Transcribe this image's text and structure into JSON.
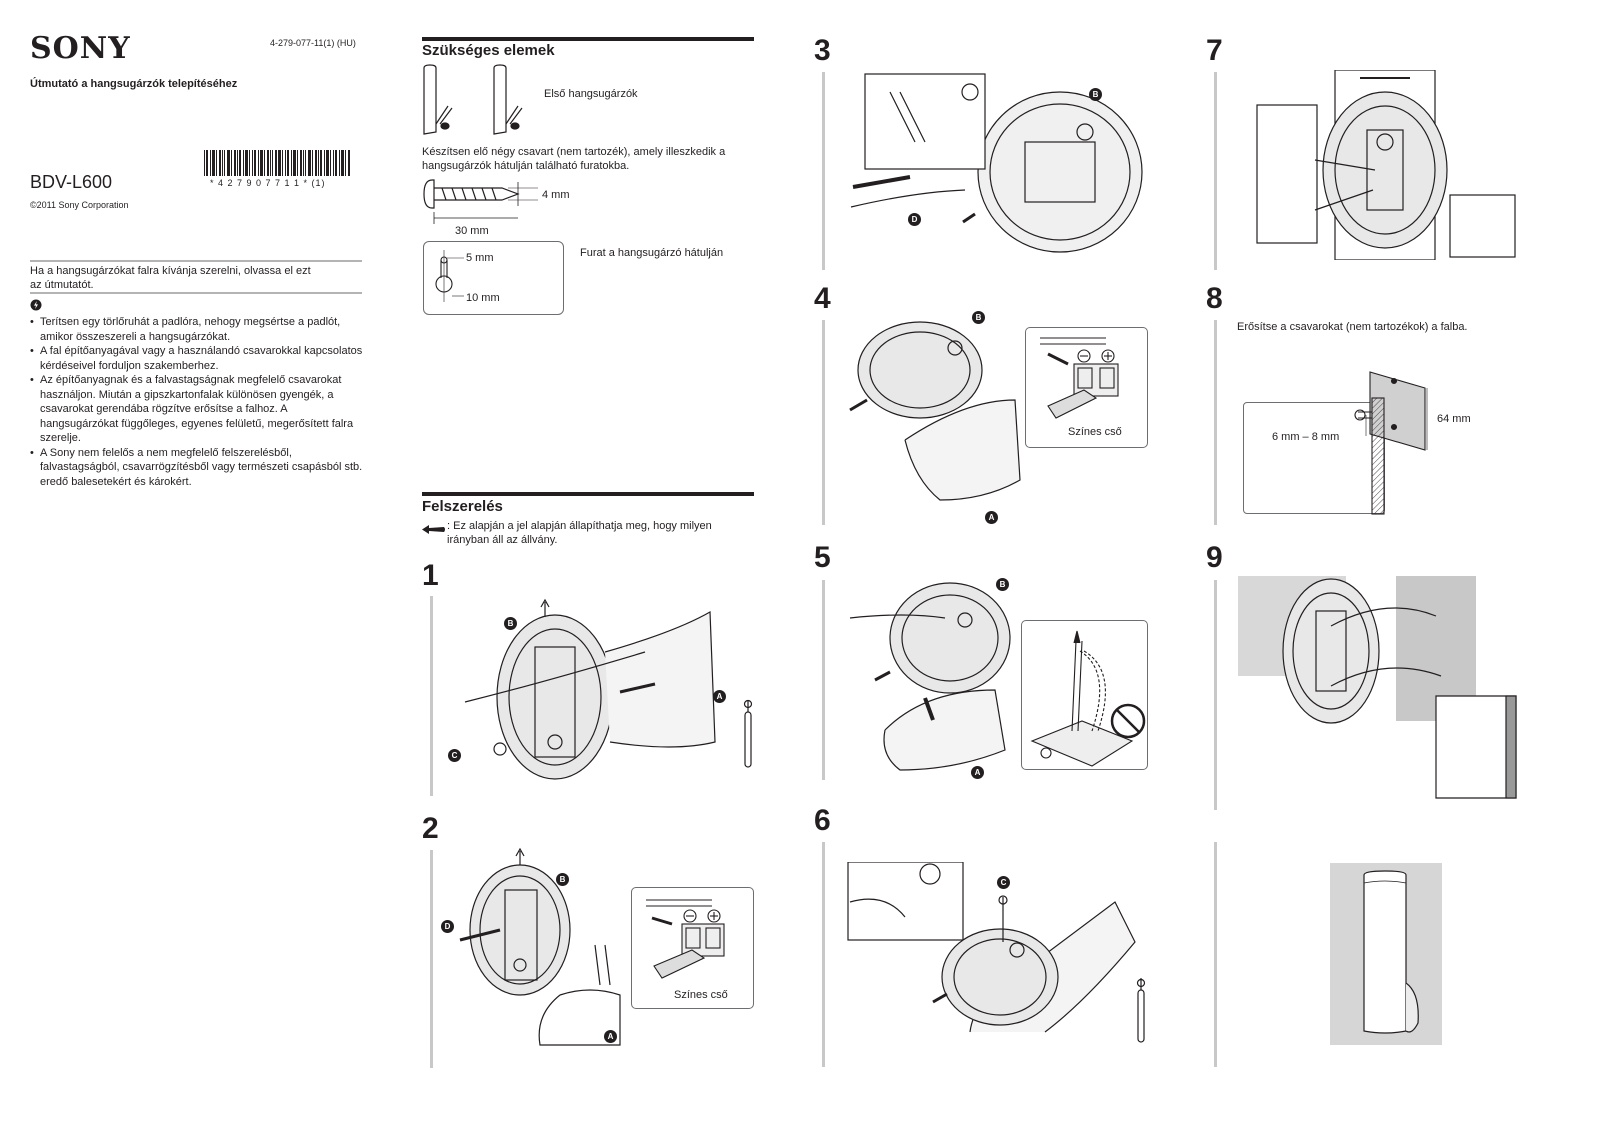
{
  "header": {
    "brand": "SONY",
    "doc_number": "4-279-077-11(1) (HU)",
    "subtitle": "Útmutató a hangsugárzók telepítéséhez",
    "model": "BDV-L600",
    "copyright": "©2011 Sony Corporation",
    "barcode_text": "* 4 2 7 9 0 7 7 1 1 * (1)"
  },
  "intro": {
    "note": "Ha a hangsugárzókat falra kívánja szerelni, olvassa el ezt az útmutatót.",
    "warnings": [
      "Terítsen egy törlőruhát a padlóra, nehogy megsértse a padlót, amikor összeszereli a hangsugárzókat.",
      "A fal építőanyagával vagy a használandó csavarokkal kapcsolatos kérdéseivel forduljon szakemberhez.",
      "Az építőanyagnak és a falvastagságnak megfelelő csavarokat használjon. Miután a gipszkartonfalak különösen gyengék, a csavarokat gerendába rögzítve erősítse a falhoz. A hangsugárzókat függőleges, egyenes felületű, megerősített falra szerelje.",
      "A Sony nem felelős a nem megfelelő felszerelésből, falvastagságból, csavarrögzítésből vagy természeti csapásból stb. eredő balesetekért és károkért."
    ]
  },
  "required": {
    "title": "Szükséges elemek",
    "speaker_label": "Első hangsugárzók",
    "screw_text": "Készítsen elő négy csavart (nem tartozék), amely illeszkedik a hangsugárzók hátulján található furatokba.",
    "dim_4mm": "4 mm",
    "dim_30mm": "30 mm",
    "dim_5mm": "5 mm",
    "dim_10mm": "10 mm",
    "hole_label": "Furat a hangsugárzó hátulján"
  },
  "install": {
    "title": "Felszerelés",
    "note": ": Ez alapján a jel alapján állapíthatja meg, hogy milyen irányban áll az állvány."
  },
  "steps": [
    {
      "num": "1"
    },
    {
      "num": "2",
      "label": "Színes cső"
    },
    {
      "num": "3"
    },
    {
      "num": "4",
      "label": "Színes cső"
    },
    {
      "num": "5"
    },
    {
      "num": "6"
    },
    {
      "num": "7"
    },
    {
      "num": "8",
      "text": "Erősítse a csavarokat (nem tartozékok) a falba.",
      "dim_64": "64 mm",
      "dim_depth": "6 mm – 8 mm"
    },
    {
      "num": "9"
    }
  ],
  "callouts": {
    "a": "A",
    "b": "B",
    "c": "C",
    "d": "D"
  }
}
